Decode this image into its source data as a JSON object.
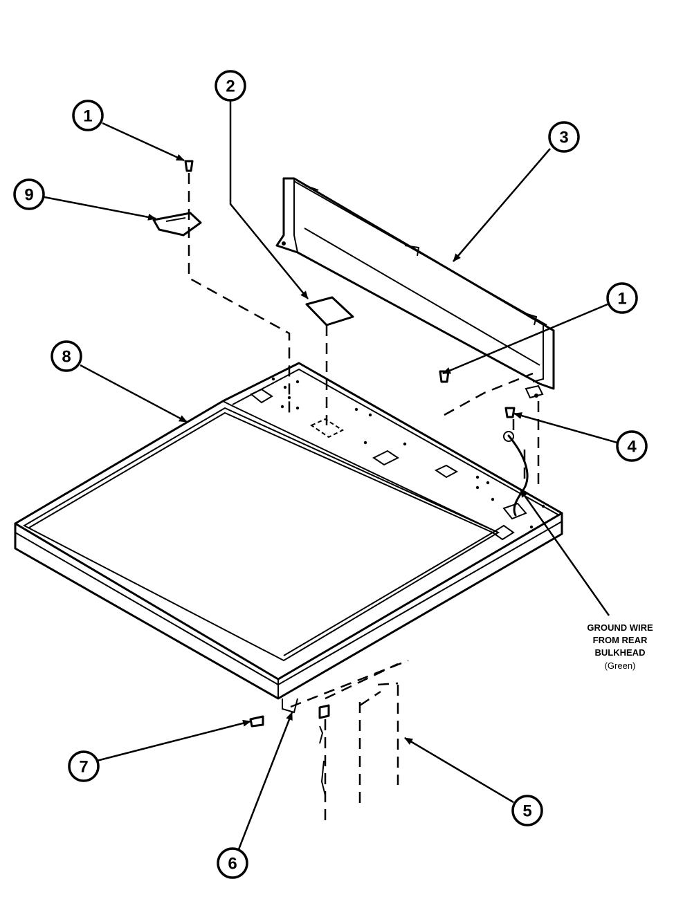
{
  "callouts": {
    "c1a": "1",
    "c2": "2",
    "c3": "3",
    "c1b": "1",
    "c9": "9",
    "c8": "8",
    "c4": "4",
    "c7": "7",
    "c6": "6",
    "c5": "5"
  },
  "note": {
    "line1": "GROUND WIRE",
    "line2": "FROM REAR",
    "line3": "BULKHEAD",
    "line4": "(Green)"
  }
}
